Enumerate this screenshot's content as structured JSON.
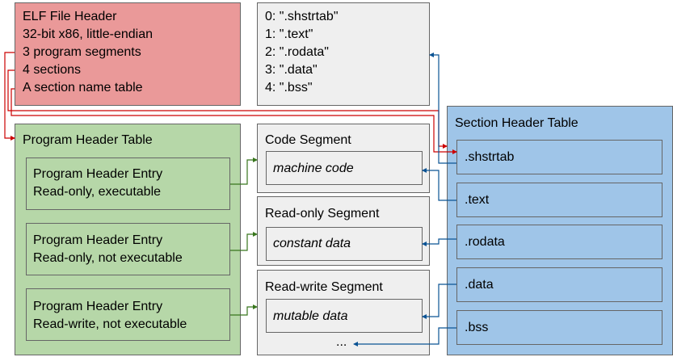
{
  "elf_header": {
    "lines": [
      "ELF File Header",
      "32-bit x86, little-endian",
      "3 program segments",
      "4 sections",
      "A section name table"
    ]
  },
  "string_table": {
    "lines": [
      "0: \".shstrtab\"",
      "1: \".text\"",
      "2: \".rodata\"",
      "3: \".data\"",
      "4: \".bss\""
    ]
  },
  "program_header_table": {
    "title": "Program Header Table",
    "entries": [
      {
        "line1": "Program Header Entry",
        "line2": "Read-only, executable"
      },
      {
        "line1": "Program Header Entry",
        "line2": "Read-only, not executable"
      },
      {
        "line1": "Program Header Entry",
        "line2": "Read-write, not executable"
      }
    ]
  },
  "segments": [
    {
      "title": "Code Segment",
      "content": "machine code"
    },
    {
      "title": "Read-only Segment",
      "content": "constant data"
    },
    {
      "title": "Read-write Segment",
      "content": "mutable data",
      "more": "..."
    }
  ],
  "section_header_table": {
    "title": "Section Header Table",
    "entries": [
      ".shstrtab",
      ".text",
      ".rodata",
      ".data",
      ".bss"
    ]
  },
  "colors": {
    "red_arrow": "#cc0000",
    "green_arrow": "#38761d",
    "blue_arrow": "#0b5394"
  }
}
